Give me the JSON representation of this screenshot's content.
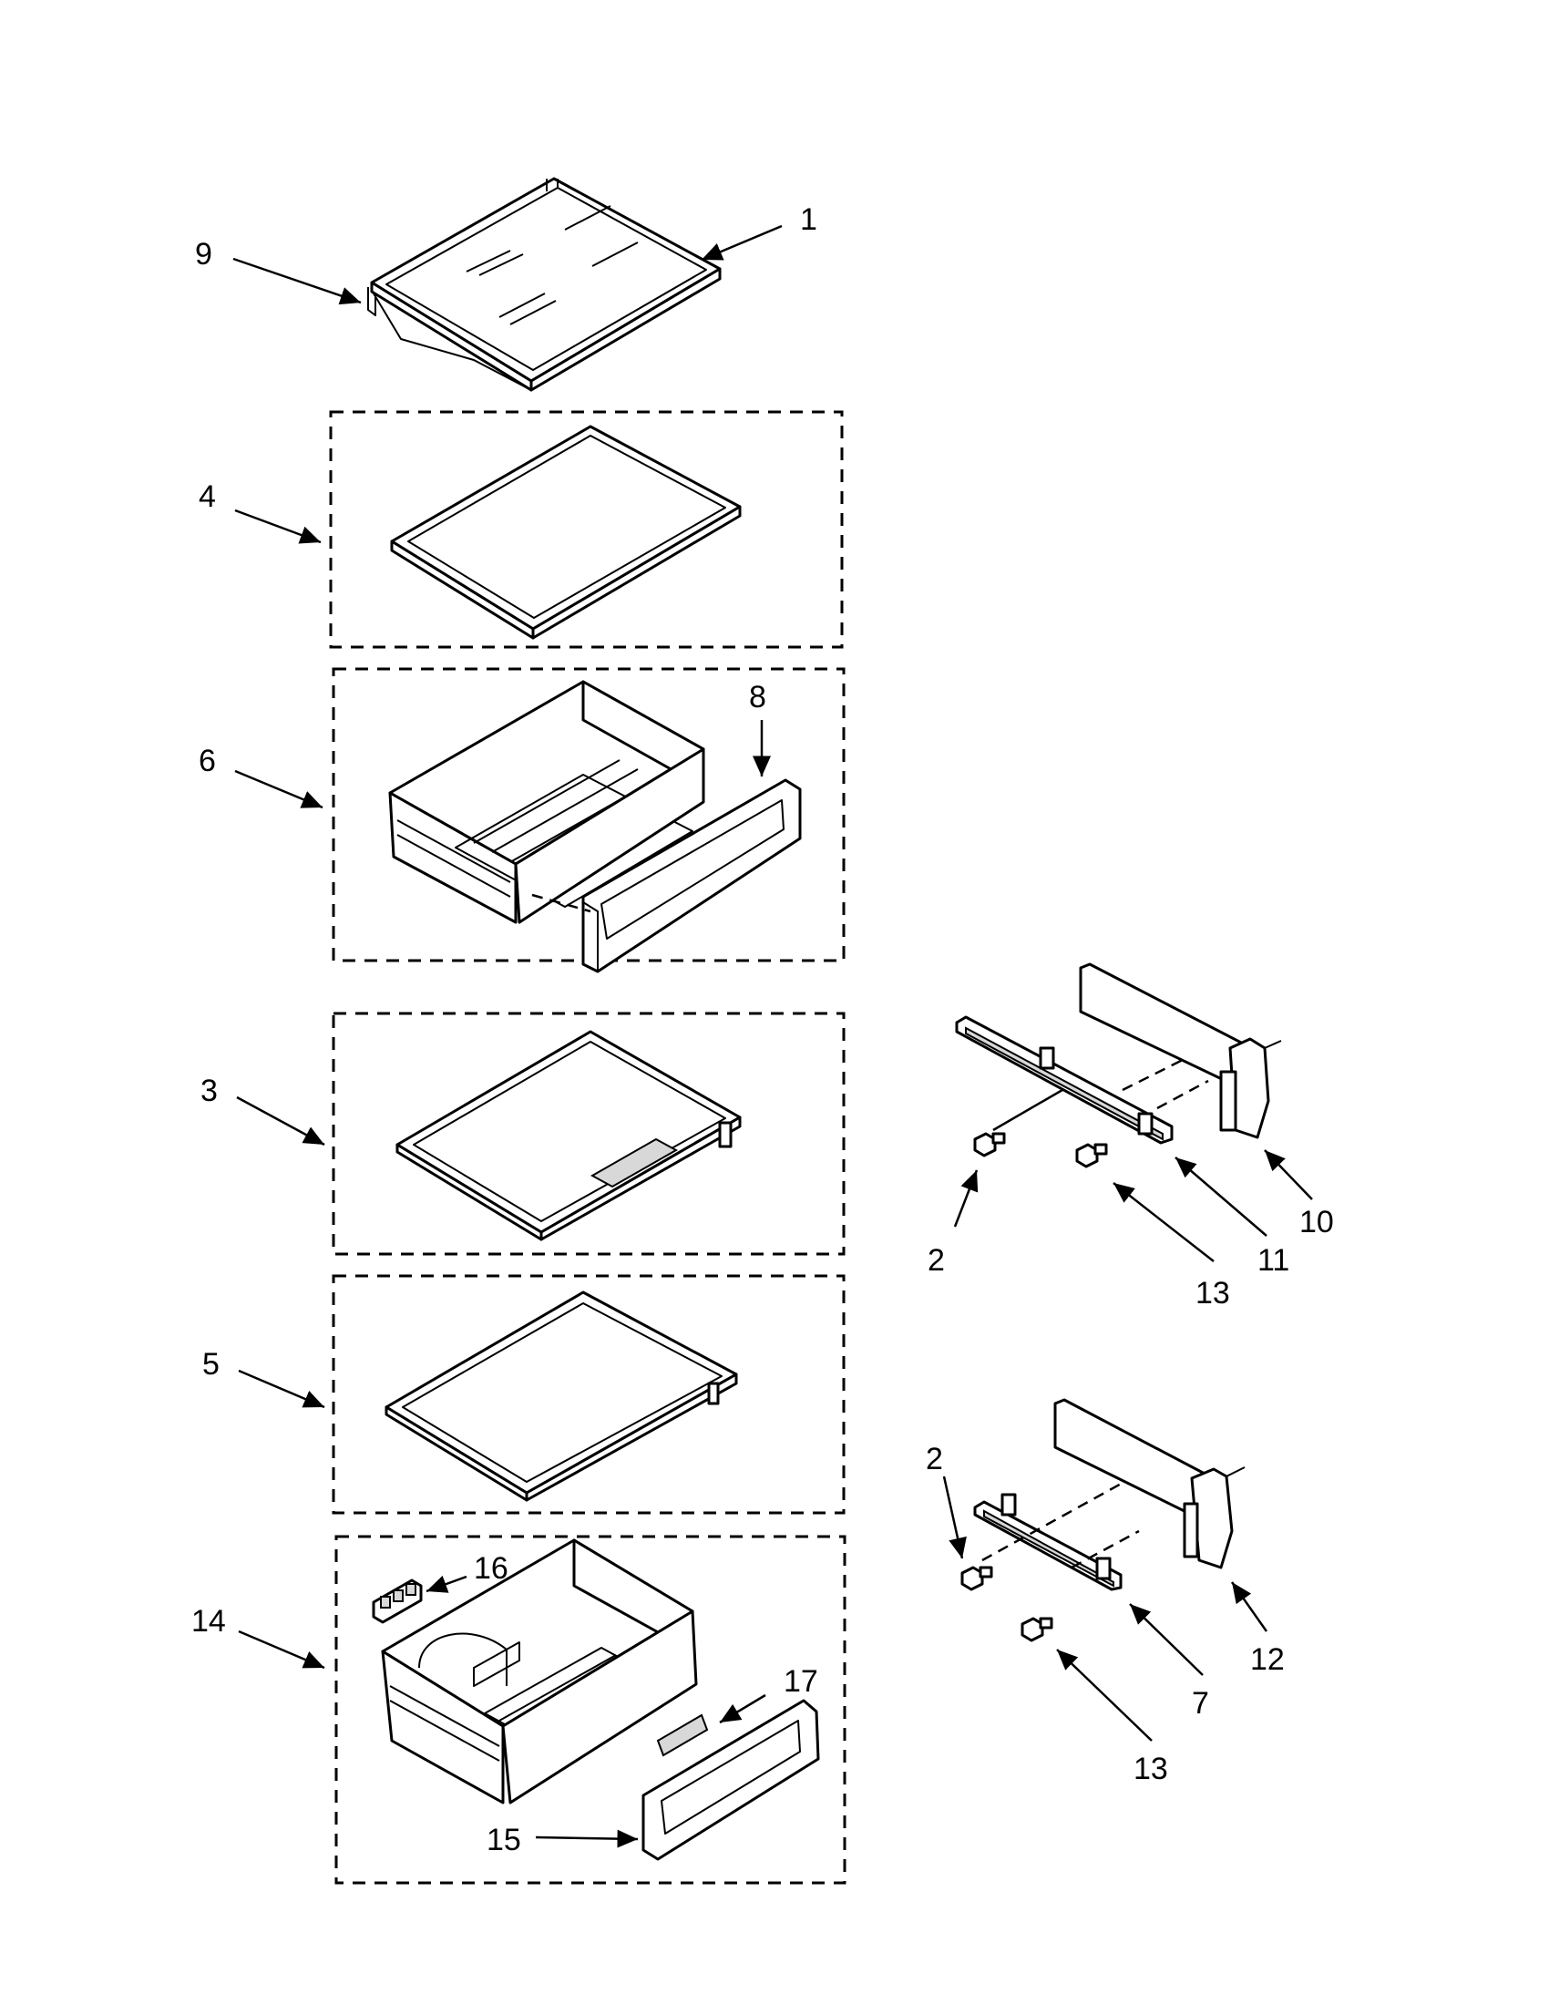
{
  "callouts": {
    "c1": "1",
    "c9": "9",
    "c4": "4",
    "c6": "6",
    "c8": "8",
    "c3": "3",
    "c5": "5",
    "c14": "14",
    "c16": "16",
    "c17": "17",
    "c15": "15",
    "c10": "10",
    "c11": "11",
    "c2a": "2",
    "c13a": "13",
    "c2b": "2",
    "c12": "12",
    "c7": "7",
    "c13b": "13"
  },
  "colors": {
    "line": "#000000",
    "background": "#ffffff",
    "shade": "#d8d8d8"
  }
}
